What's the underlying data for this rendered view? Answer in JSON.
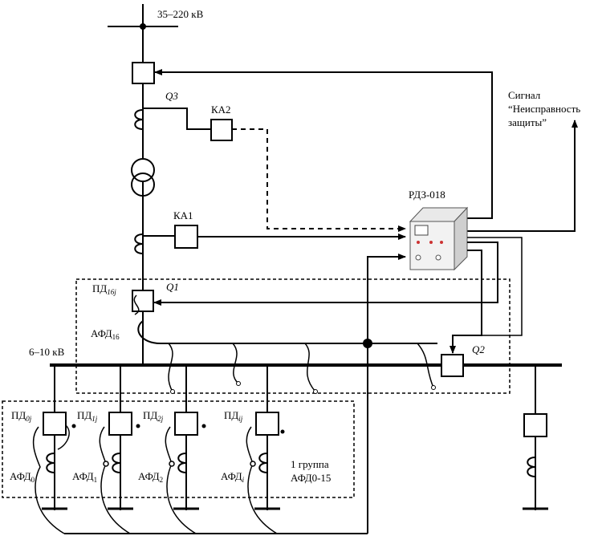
{
  "labels": {
    "high_voltage": "35–220 кВ",
    "bus_voltage": "6–10 кВ",
    "q3": "Q3",
    "q1": "Q1",
    "q2": "Q2",
    "ka2": "КА2",
    "ka1": "КА1",
    "rdz": "РДЗ-018",
    "signal_line1": "Сигнал",
    "signal_line2": "“Неисправность",
    "signal_line3": "защиты”",
    "pd16_base": "ПД",
    "pd16_sub": "16j",
    "afd16_base": "АФД",
    "afd16_sub": "16",
    "group_line1": "1 группа",
    "group_line2": "АФД0-15"
  },
  "feeders": [
    {
      "pd_base": "ПД",
      "pd_sub": "0j",
      "afd_base": "АФД",
      "afd_sub": "0"
    },
    {
      "pd_base": "ПД",
      "pd_sub": "1j",
      "afd_base": "АФД",
      "afd_sub": "1"
    },
    {
      "pd_base": "ПД",
      "pd_sub": "2j",
      "afd_base": "АФД",
      "afd_sub": "2"
    },
    {
      "pd_base": "ПД",
      "pd_sub": "ij",
      "afd_base": "АФД",
      "afd_sub": "i"
    }
  ]
}
